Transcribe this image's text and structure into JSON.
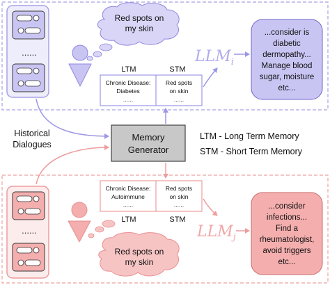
{
  "top_scenario": {
    "thought_bubble": [
      "Red spots on",
      "my skin"
    ],
    "memory_table": {
      "ltm_label": "LTM",
      "stm_label": "STM",
      "ltm_cell": [
        "Chronic Disease:",
        "Diabetes",
        "......"
      ],
      "stm_cell": [
        "Red spots",
        "on skin",
        "......"
      ]
    },
    "llm_symbol": "LLM",
    "llm_subscript": "i",
    "response": [
      "...consider is",
      "diabetic",
      "dermopathy...",
      "Manage blood",
      "sugar, moisture",
      "etc..."
    ]
  },
  "bottom_scenario": {
    "thought_bubble": [
      "Red spots on",
      "my skin"
    ],
    "memory_table": {
      "ltm_label": "LTM",
      "stm_label": "STM",
      "ltm_cell": [
        "Chronic Disease:",
        "Autoimmune",
        "......"
      ],
      "stm_cell": [
        "Red spots",
        "on skin",
        "......"
      ]
    },
    "llm_symbol": "LLM",
    "llm_subscript": "j",
    "response": [
      "...consider",
      "infections...",
      "Find a",
      "rheumatologist,",
      "avoid triggers",
      "etc..."
    ]
  },
  "center": {
    "historical_label": [
      "Historical",
      "Dialogues"
    ],
    "generator_label": [
      "Memory",
      "Generator"
    ],
    "legend": [
      "LTM - Long Term Memory",
      "STM - Short Term Memory"
    ]
  },
  "dialogue_ellipsis": "......",
  "colors": {
    "top_accent": "#b7b2ec",
    "top_stroke": "#8f88e0",
    "top_fill": "#c9c5f3",
    "top_bubble": "#d8d5f6",
    "bottom_accent": "#f2b0b0",
    "bottom_stroke": "#e98f90",
    "bottom_fill": "#f4aeae",
    "bottom_bubble": "#f7c4c4",
    "generator_fill": "#c8c8c8"
  }
}
